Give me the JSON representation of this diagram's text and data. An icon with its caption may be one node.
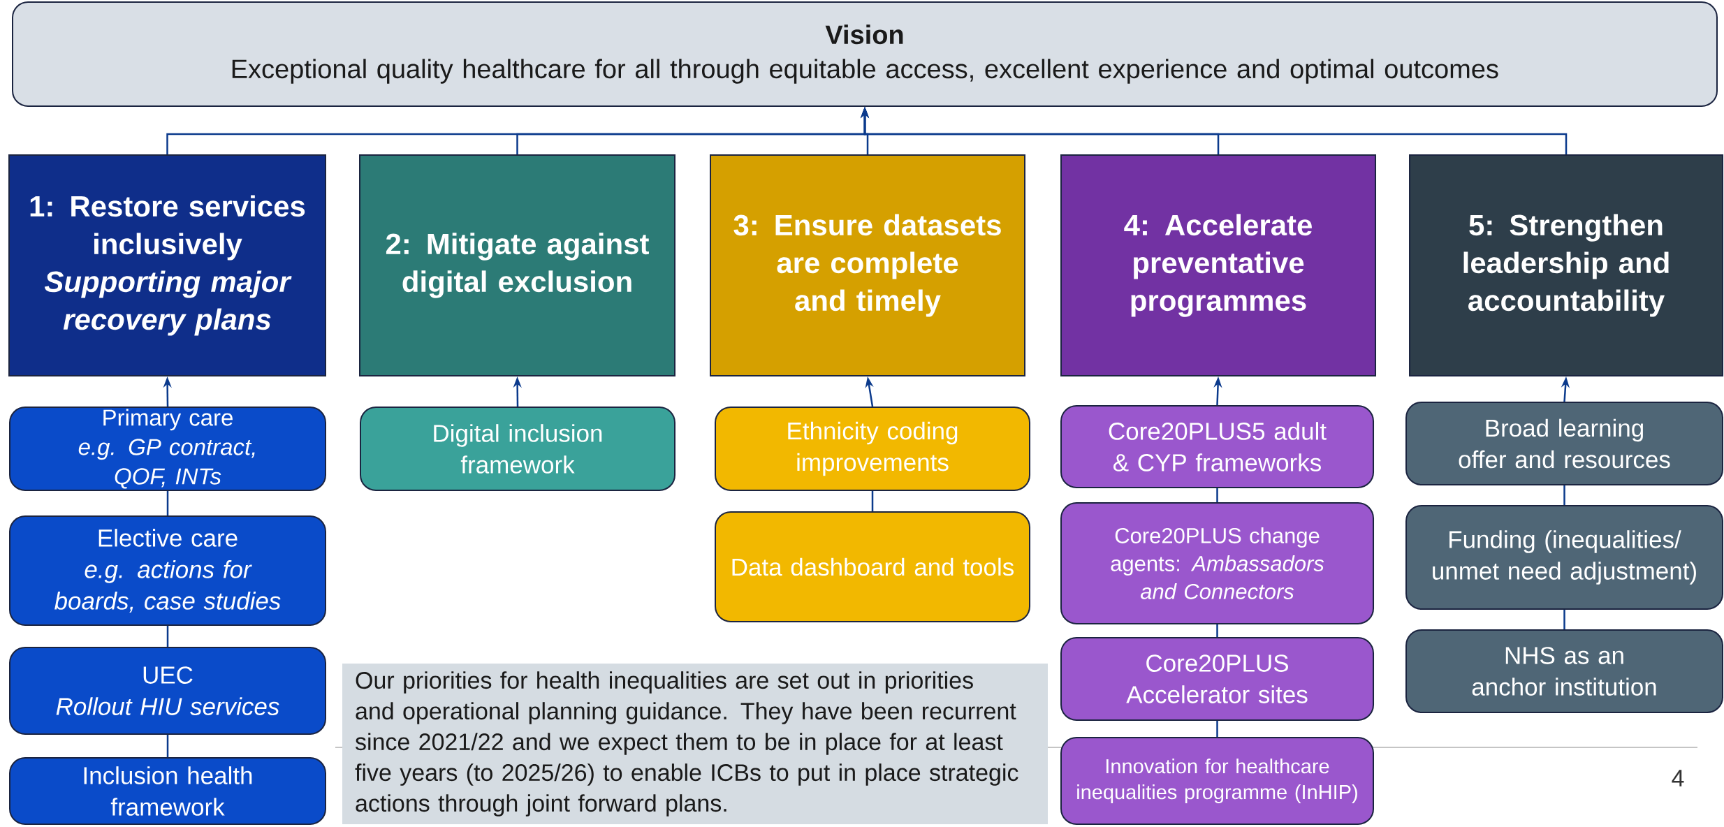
{
  "diagram": {
    "nodes": [
      {
        "text": [
          "Vision",
          "Exceptional quality healthcare for all through equitable access, excellent experience and optimal outcomes"
        ]
      },
      {
        "text": [
          "1: Restore services inclusively",
          "Supporting major recovery plans"
        ]
      },
      {
        "text": [
          "2: Mitigate against digital exclusion"
        ]
      },
      {
        "text": [
          "3: Ensure datasets are complete and timely"
        ]
      },
      {
        "text": [
          "4: Accelerate preventative programmes"
        ]
      },
      {
        "text": [
          "5: Strengthen leadership and accountability"
        ]
      },
      {
        "text": [
          "Primary care",
          "e.g. GP contract, QOF, INTs"
        ]
      },
      {
        "text": [
          "Elective care",
          "e.g. actions for boards, case studies"
        ]
      },
      {
        "text": [
          "UEC",
          "Rollout HIU services"
        ]
      },
      {
        "text": [
          "Inclusion health framework"
        ]
      },
      {
        "text": [
          "Digital inclusion framework"
        ]
      },
      {
        "text": [
          "Ethnicity coding improvements"
        ]
      },
      {
        "text": [
          "Data dashboard and tools"
        ]
      },
      {
        "text": [
          "Core20PLUS5 adult & CYP frameworks"
        ]
      },
      {
        "text": [
          "Core20PLUS change agents: *Ambassadors and Connectors*"
        ]
      },
      {
        "text": [
          "Core20PLUS Accelerator sites"
        ]
      },
      {
        "text": [
          "Innovation for healthcare inequalities programme (InHIP)"
        ]
      },
      {
        "text": [
          "Broad learning offer and resources"
        ]
      },
      {
        "text": [
          "Funding (inequalities/ unmet need adjustment)"
        ]
      },
      {
        "text": [
          "NHS as an anchor institution"
        ]
      },
      {
        "text": [
          "Our priorities for health inequalities are set out in priorities and operational planning guidance. They have been recurrent since 2021/22 and we expect them to be in place for at least five years (to 2025/26) to enable ICBs to put in place strategic actions through joint forward plans."
        ]
      }
    ],
    "edges": [
      {
        "from": 1,
        "to": 0,
        "arrow": "to"
      },
      {
        "from": 2,
        "to": 0,
        "arrow": "to"
      },
      {
        "from": 3,
        "to": 0,
        "arrow": "to"
      },
      {
        "from": 4,
        "to": 0,
        "arrow": "to"
      },
      {
        "from": 5,
        "to": 0,
        "arrow": "to"
      },
      {
        "from": 6,
        "to": 1,
        "arrow": "to"
      },
      {
        "from": 6,
        "to": 7,
        "arrow": "none"
      },
      {
        "from": 7,
        "to": 8,
        "arrow": "none"
      },
      {
        "from": 8,
        "to": 9,
        "arrow": "none"
      },
      {
        "from": 10,
        "to": 2,
        "arrow": "to"
      },
      {
        "from": 11,
        "to": 3,
        "arrow": "to"
      },
      {
        "from": 11,
        "to": 12,
        "arrow": "none"
      },
      {
        "from": 13,
        "to": 4,
        "arrow": "to"
      },
      {
        "from": 13,
        "to": 14,
        "arrow": "none"
      },
      {
        "from": 14,
        "to": 15,
        "arrow": "none"
      },
      {
        "from": 15,
        "to": 16,
        "arrow": "none"
      },
      {
        "from": 17,
        "to": 5,
        "arrow": "to"
      },
      {
        "from": 17,
        "to": 18,
        "arrow": "none"
      },
      {
        "from": 18,
        "to": 19,
        "arrow": "none"
      }
    ],
    "labels": [
      "4"
    ]
  }
}
